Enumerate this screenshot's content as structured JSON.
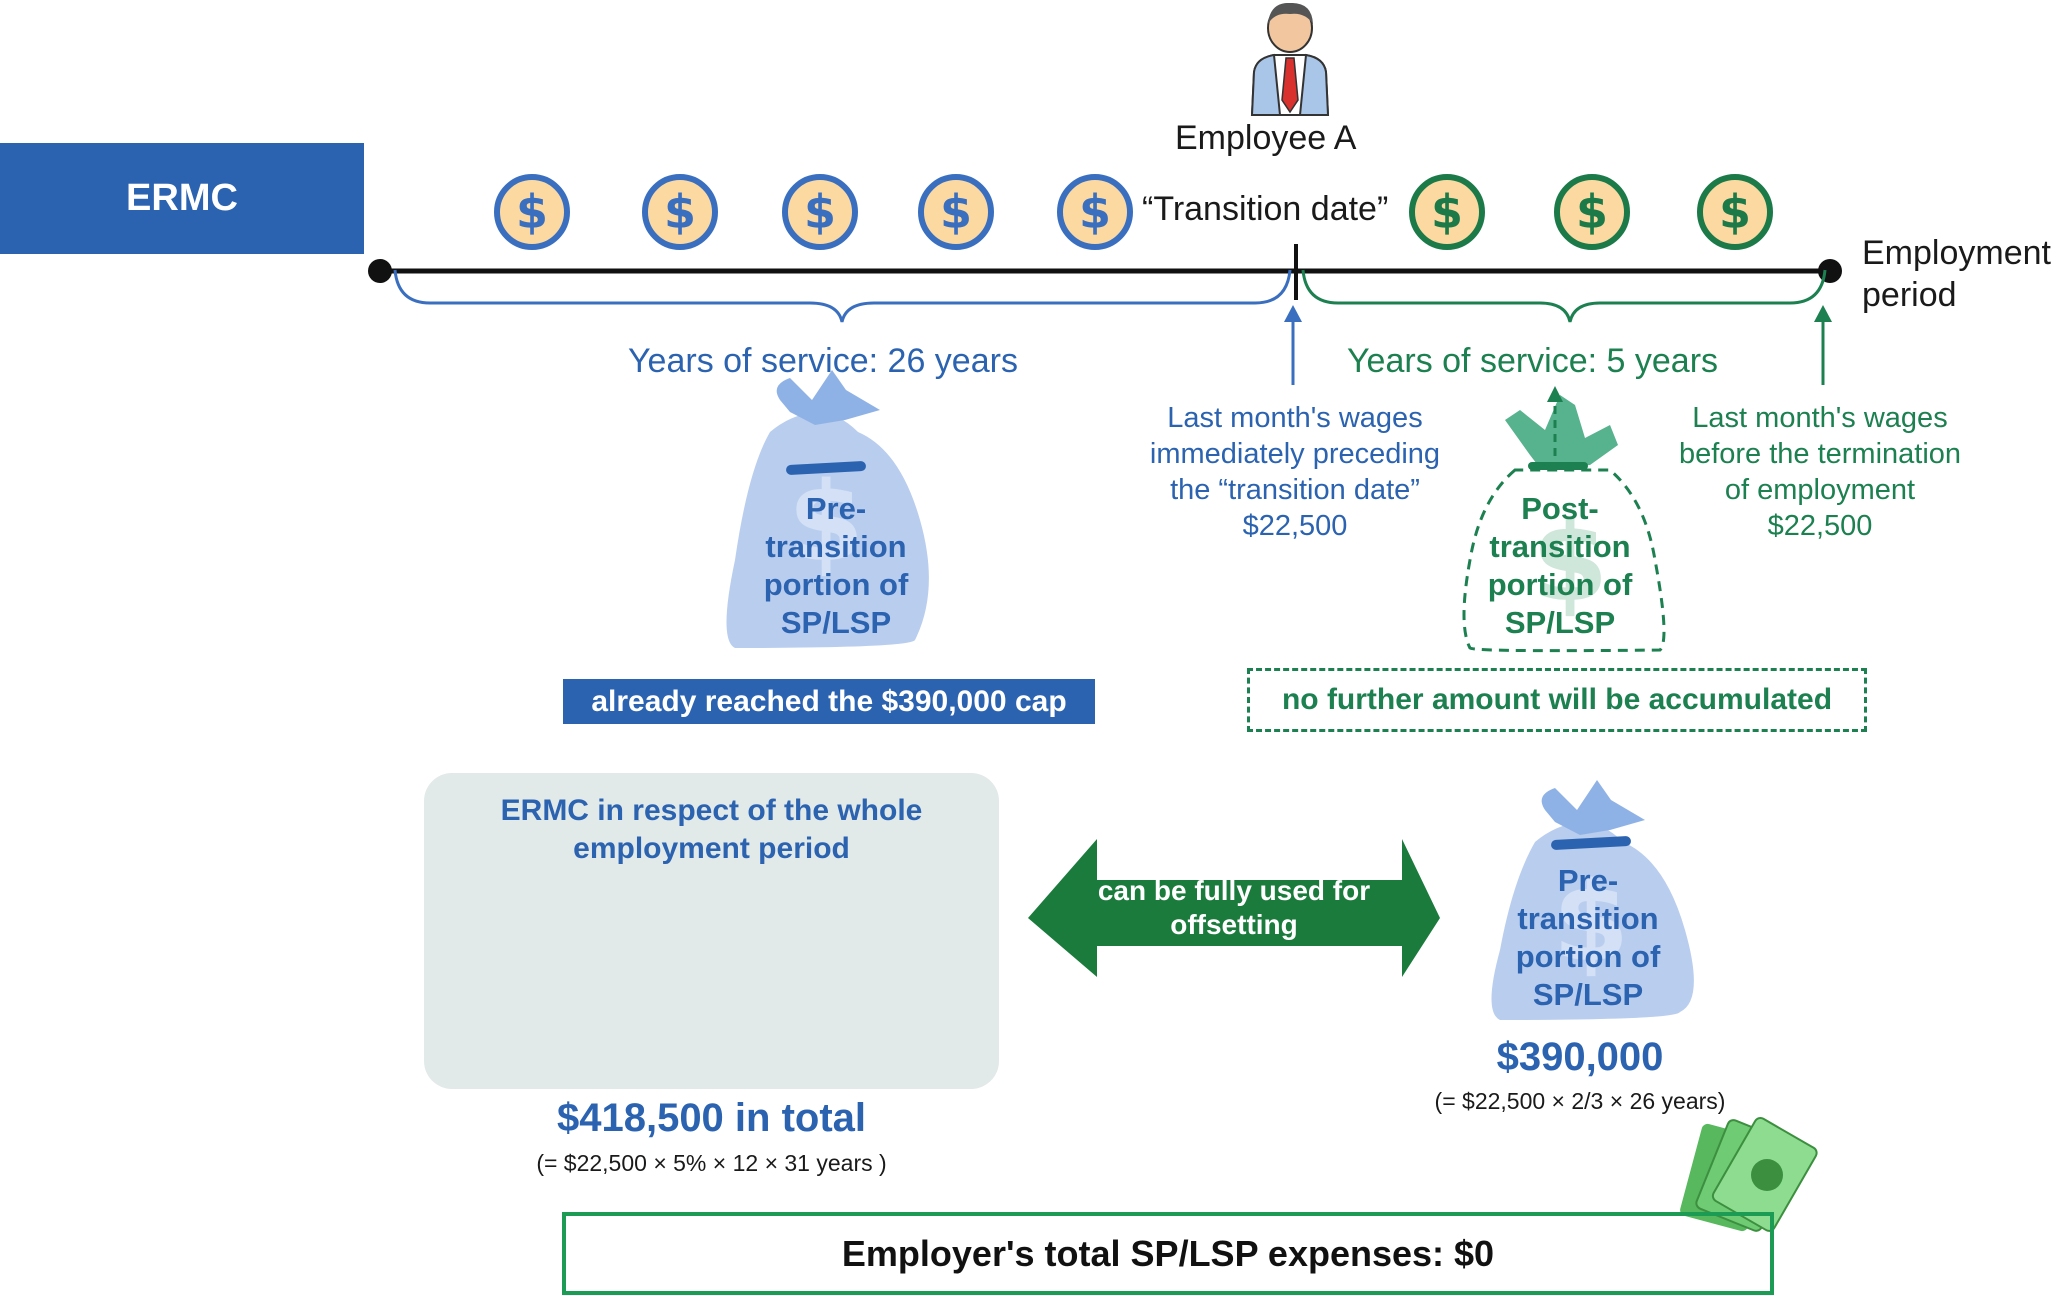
{
  "ermc_label": "ERMC",
  "employee_label": "Employee A",
  "transition_label": "“Transition date”",
  "axis_label": "Employment\nperiod",
  "years_pre": "Years of service: 26 years",
  "years_post": "Years of service: 5 years",
  "wages_pre": "Last month's wages\nimmediately preceding\nthe “transition date”\n$22,500",
  "wages_post": "Last month's wages\nbefore the termination\nof employment\n$22,500",
  "bag_pre": "Pre-\ntransition\nportion of\nSP/LSP",
  "bag_post": "Post-\ntransition\nportion of\nSP/LSP",
  "bag_right": "Pre-\ntransition\nportion of\nSP/LSP",
  "cap_note": "already reached the $390,000 cap",
  "no_accum_note": "no further amount will be accumulated",
  "panel_title": "ERMC in respect of the whole\nemployment period",
  "arrow_label": "can be fully used for\noffsetting",
  "total_ermc": "$418,500 in total",
  "total_ermc_formula": "(= $22,500 × 5% × 12 × 31 years )",
  "sp_amount": "$390,000",
  "sp_formula": "(= $22,500 × 2/3 × 26 years)",
  "expenses": "Employer's total SP/LSP expenses: $0",
  "coin_symbol": "$",
  "colors": {
    "blue": "#2b63b0",
    "green": "#1c8050",
    "coin_fill": "#fdd9a2",
    "bag_fill": "#b9cdee"
  }
}
